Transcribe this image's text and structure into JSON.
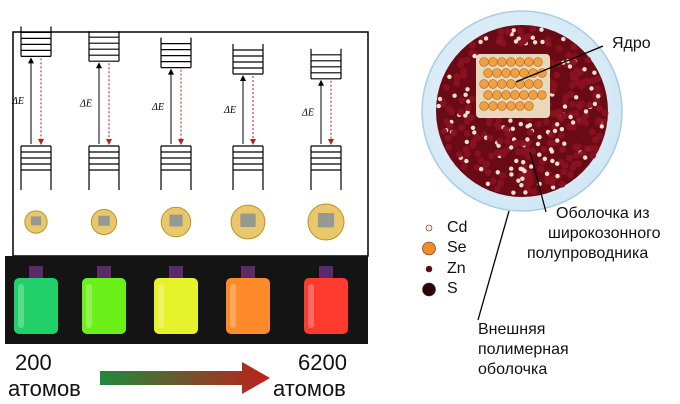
{
  "energy_label": "ΔE",
  "panels": [
    {
      "gap": 0.62,
      "vial_color": "#22d06a",
      "dot_scale": 0.62
    },
    {
      "gap": 0.56,
      "vial_color": "#6cf01a",
      "dot_scale": 0.7
    },
    {
      "gap": 0.48,
      "vial_color": "#e6f22a",
      "dot_scale": 0.82
    },
    {
      "gap": 0.4,
      "vial_color": "#ff8a2a",
      "dot_scale": 0.94
    },
    {
      "gap": 0.34,
      "vial_color": "#ff3a2e",
      "dot_scale": 1.0
    }
  ],
  "size_axis": {
    "start_value": "200",
    "start_unit": "атомов",
    "end_value": "6200",
    "end_unit": "атомов",
    "gradient_from": "#1f8a3a",
    "gradient_to": "#c0201c"
  },
  "structure": {
    "core_label": "Ядро",
    "shell_label": [
      "Оболочка из",
      "широкозонного",
      "полупроводника"
    ],
    "outer_label": [
      "Внешняя",
      "полимерная",
      "оболочка"
    ],
    "colors": {
      "core": "#f0a040",
      "shell": "#6a0a14",
      "outer": "#cfe6f4",
      "light_atom": "#f4ecdc"
    }
  },
  "legend": [
    {
      "symbol": "Cd",
      "color": "#f4ecdc",
      "size": "small"
    },
    {
      "symbol": "Se",
      "color": "#f08a2a",
      "size": "large"
    },
    {
      "symbol": "Zn",
      "color": "#5a0a12",
      "size": "small"
    },
    {
      "symbol": "S",
      "color": "#2a0408",
      "size": "large"
    }
  ]
}
